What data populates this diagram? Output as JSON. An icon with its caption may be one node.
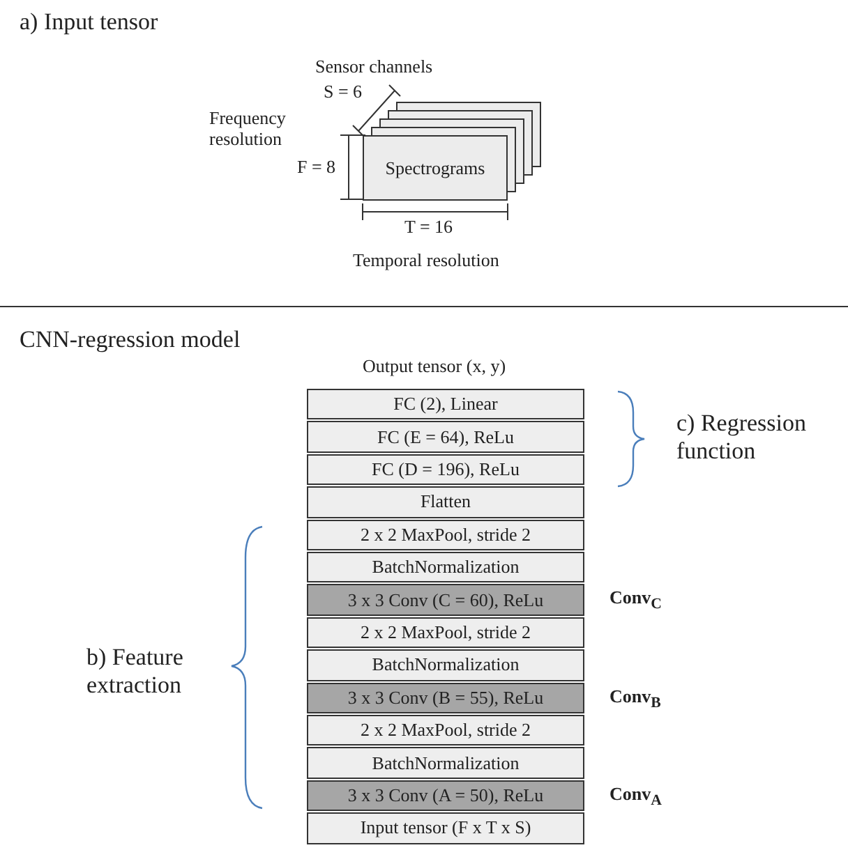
{
  "diagram": {
    "nodes": [
      {
        "text": [
          "Spectrograms"
        ]
      },
      {
        "text": [],
        "shape": "box"
      },
      {
        "text": [],
        "shape": "box"
      },
      {
        "text": [],
        "shape": "box"
      },
      {
        "text": [],
        "shape": "box"
      },
      {
        "text": [
          "FC (2), Linear"
        ]
      },
      {
        "text": [
          "FC (E = 64), ReLu"
        ]
      },
      {
        "text": [
          "FC (D = 196), ReLu"
        ]
      },
      {
        "text": [
          "Flatten"
        ]
      },
      {
        "text": [
          "2 x 2 MaxPool, stride 2"
        ]
      },
      {
        "text": [
          "BatchNormalization"
        ]
      },
      {
        "text": [
          "3 x 3 Conv (C = 60), ReLu"
        ],
        "beside": [
          "Conv$_{C}$"
        ]
      },
      {
        "text": [
          "2 x 2 MaxPool, stride 2"
        ]
      },
      {
        "text": [
          "BatchNormalization"
        ]
      },
      {
        "text": [
          "3 x 3 Conv (B = 55), ReLu"
        ],
        "beside": [
          "Conv$_{B}$"
        ]
      },
      {
        "text": [
          "2 x 2 MaxPool, stride 2"
        ]
      },
      {
        "text": [
          "BatchNormalization"
        ]
      },
      {
        "text": [
          "3 x 3 Conv (A = 50), ReLu"
        ],
        "beside": [
          "Conv$_{A}$"
        ]
      },
      {
        "text": [
          "Input tensor (F x T x S)"
        ]
      }
    ],
    "labels": [
      "a) Input tensor",
      "Sensor channels",
      "S = 6",
      "Frequency resolution",
      "F = 8",
      "T = 16",
      "Temporal resolution",
      "CNN-regression model",
      "Output tensor (x, y)",
      "c) Regression function",
      "b) Feature extraction"
    ]
  }
}
